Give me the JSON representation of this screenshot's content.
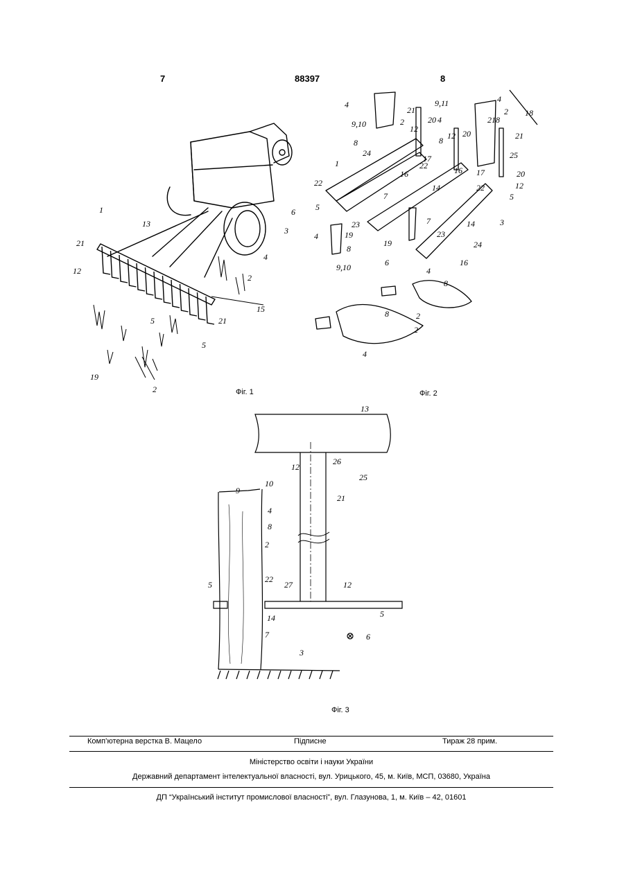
{
  "header": {
    "page_left": "7",
    "patent_number": "88397",
    "page_right": "8"
  },
  "figures": {
    "fig1": {
      "caption": "Фіг. 1",
      "labels": [
        "1",
        "13",
        "21",
        "12",
        "5",
        "21",
        "5",
        "15",
        "2",
        "4",
        "3",
        "6",
        "19",
        "2"
      ]
    },
    "fig2": {
      "caption": "Фіг. 2",
      "labels": [
        "4",
        "9,10",
        "8",
        "2",
        "21",
        "9,11",
        "20",
        "4",
        "12",
        "8",
        "4",
        "2",
        "21",
        "8",
        "18",
        "21",
        "1",
        "24",
        "22",
        "16",
        "12",
        "20",
        "17",
        "22",
        "14",
        "16",
        "25",
        "12",
        "20",
        "17",
        "22",
        "5",
        "5",
        "7",
        "23",
        "14",
        "7",
        "23",
        "4",
        "19",
        "8",
        "9,10",
        "19",
        "6",
        "3",
        "24",
        "16",
        "4",
        "8",
        "2",
        "8",
        "2",
        "4"
      ]
    },
    "fig3": {
      "caption": "Фіг. 3",
      "labels": [
        "13",
        "12",
        "26",
        "25",
        "21",
        "10",
        "9",
        "4",
        "8",
        "2",
        "5",
        "22",
        "27",
        "12",
        "14",
        "5",
        "6",
        "7",
        "3"
      ]
    }
  },
  "footer": {
    "layout_by": "Комп’ютерна верстка В. Мацело",
    "signed": "Підписне",
    "print_run": "Тираж 28 прим.",
    "ministry": "Міністерство освіти і науки України",
    "department": "Державний департамент інтелектуальної власності, вул. Урицького, 45, м. Київ, МСП, 03680, Україна",
    "institute": "ДП “Український інститут промислової власності”, вул. Глазунова, 1, м. Київ – 42, 01601"
  }
}
